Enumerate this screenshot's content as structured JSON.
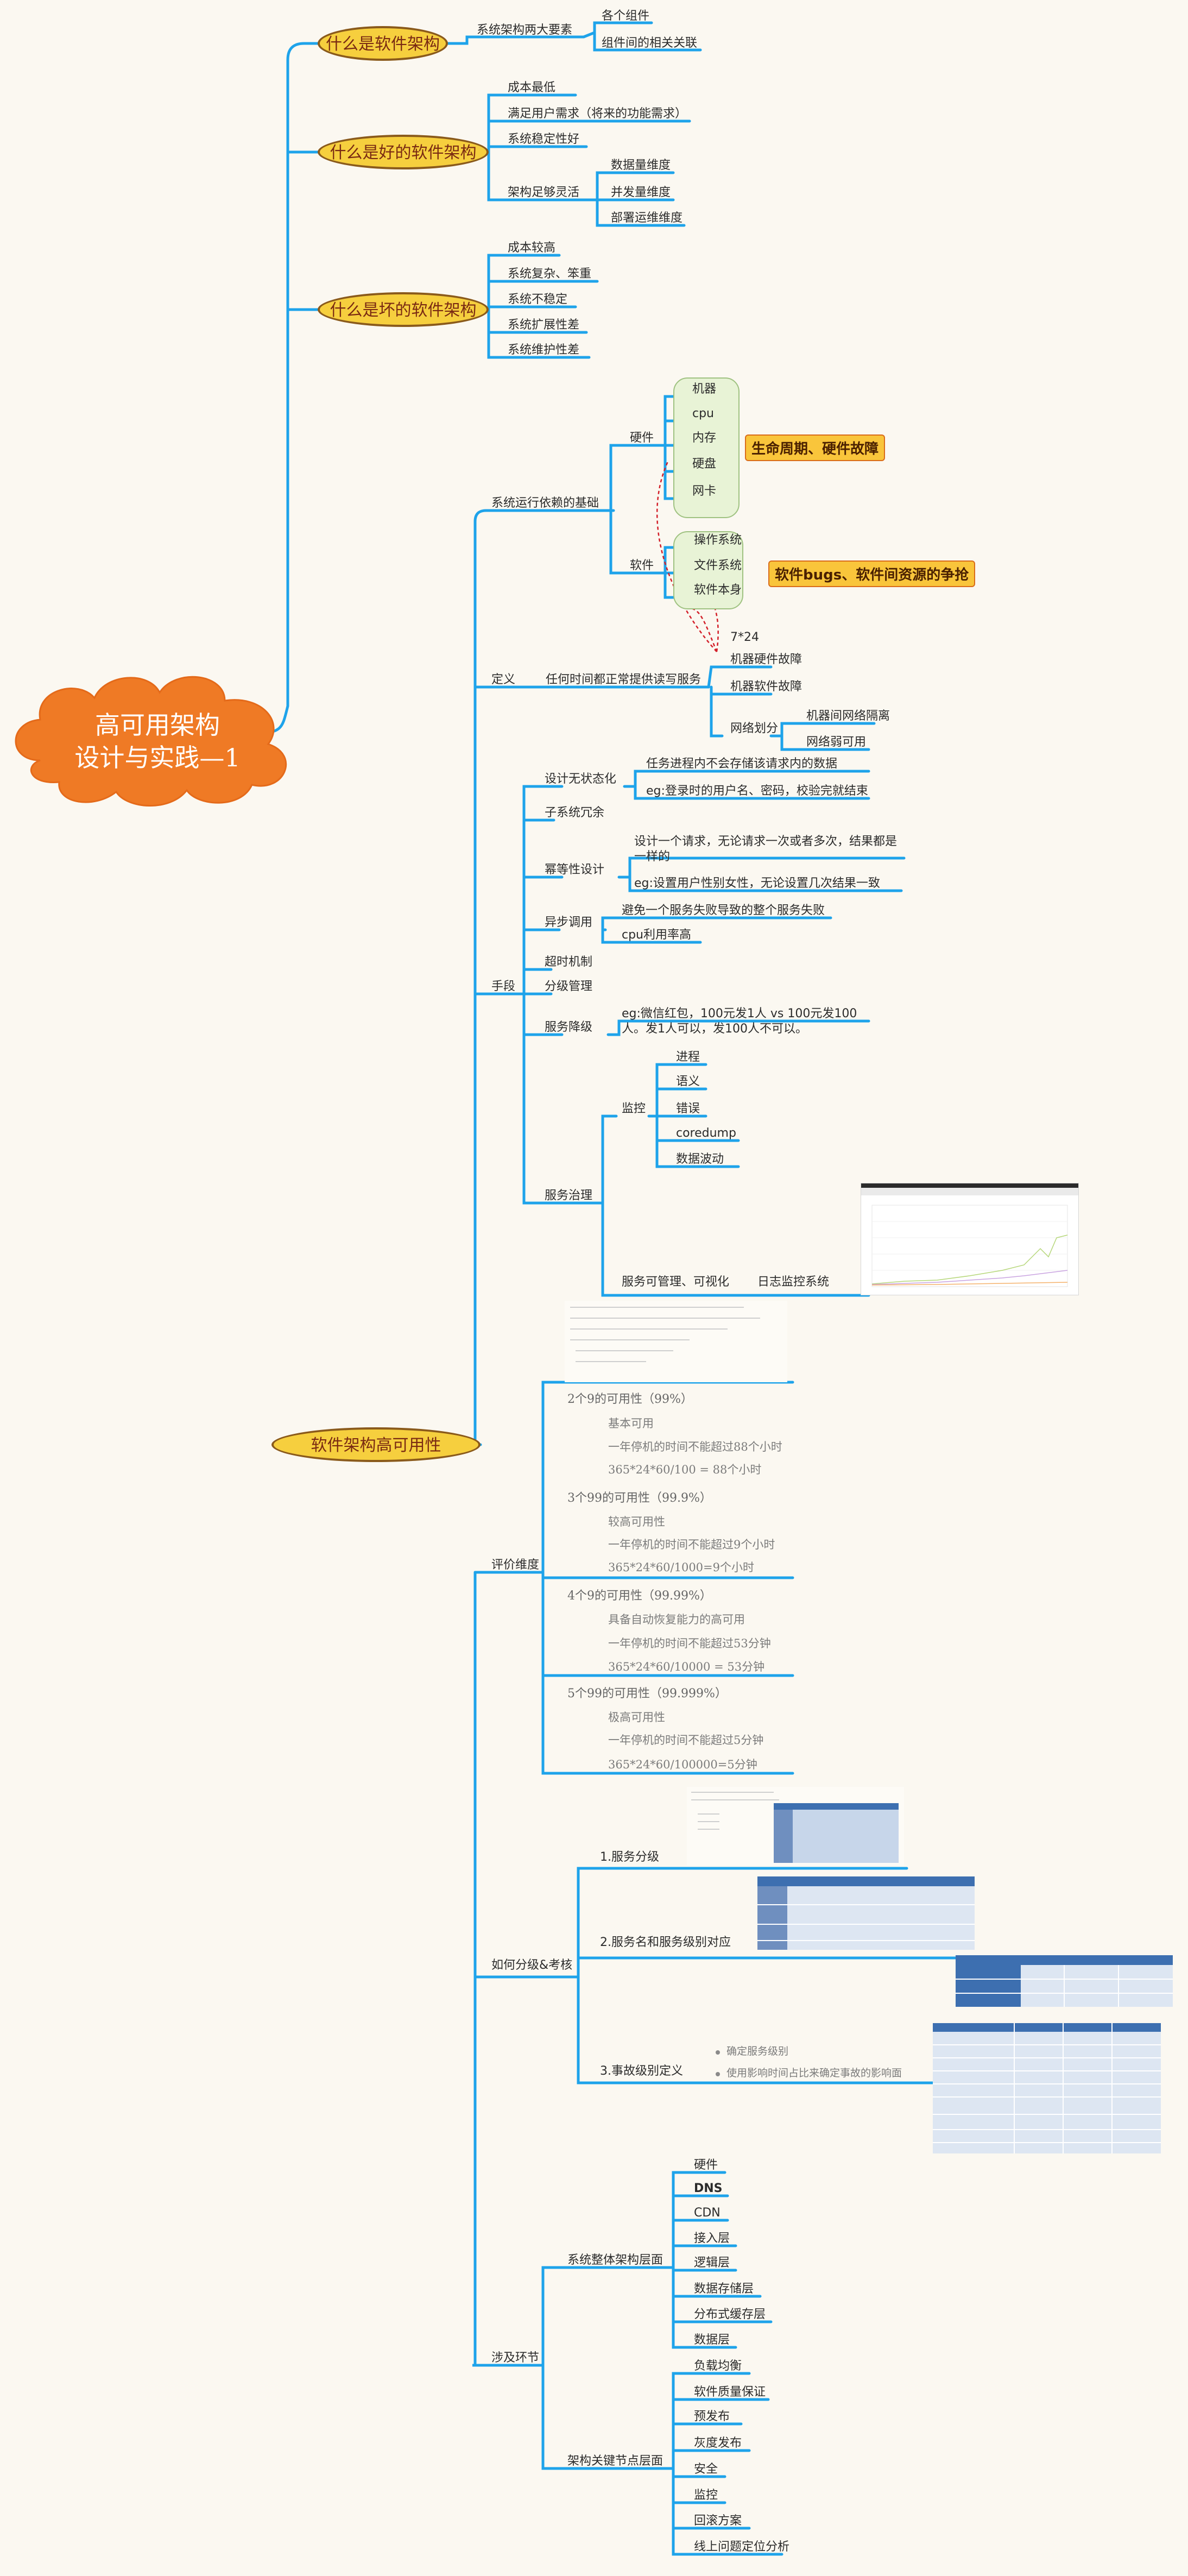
{
  "root": {
    "line1": "高可用架构",
    "line2": "设计与实践—1"
  },
  "colors": {
    "line": "#1ea3ea",
    "root_fill": "#ef7a25",
    "l1_fill": "#f6cf3e",
    "callout_fill": "#f9c53b",
    "dashed": "#d3202a"
  },
  "s1": {
    "title": "什么是软件架构",
    "sub": "系统架构两大要素",
    "items": [
      "各个组件",
      "组件间的相关关联"
    ]
  },
  "s2": {
    "title": "什么是好的软件架构",
    "items": [
      "成本最低",
      "满足用户需求（将来的功能需求）",
      "系统稳定性好",
      "架构足够灵活"
    ],
    "flex": [
      "数据量维度",
      "并发量维度",
      "部署运维维度"
    ]
  },
  "s3": {
    "title": "什么是坏的软件架构",
    "items": [
      "成本较高",
      "系统复杂、笨重",
      "系统不稳定",
      "系统扩展性差",
      "系统维护性差"
    ]
  },
  "s4": {
    "title": "软件架构高可用性",
    "basis": "系统运行依赖的基础",
    "hw": "硬件",
    "hw_items": [
      "机器",
      "cpu",
      "内存",
      "硬盘",
      "网卡"
    ],
    "hw_callout": "生命周期、硬件故障",
    "sw": "软件",
    "sw_items": [
      "操作系统",
      "文件系统",
      "软件本身"
    ],
    "sw_callout": "软件bugs、软件间资源的争抢",
    "def": "定义",
    "def_text": "任何时间都正常提供读写服务",
    "def_247": "7*24",
    "faults": [
      "机器硬件故障",
      "机器软件故障",
      "网络划分"
    ],
    "net": [
      "机器间网络隔离",
      "网络弱可用"
    ],
    "means": "手段",
    "stateless": "设计无状态化",
    "stateless_items": [
      "任务进程内不会存储该请求内的数据",
      "eg:登录时的用户名、密码，校验完就结束"
    ],
    "redundancy": "子系统冗余",
    "idem": "幂等性设计",
    "idem_items": [
      "设计一个请求，无论请求一次或者多次，结果都是一样的",
      "eg:设置用户性别女性，无论设置几次结果一致"
    ],
    "async": "异步调用",
    "async_items": [
      "避免一个服务失败导致的整个服务失败",
      "cpu利用率高"
    ],
    "timeout": "超时机制",
    "grading": "分级管理",
    "degrade": "服务降级",
    "degrade_text": "eg:微信红包，100元发1人 vs 100元发100人。发1人可以，发100人不可以。",
    "gov": "服务治理",
    "monitor": "监控",
    "monitor_items": [
      "进程",
      "语义",
      "错误",
      "coredump",
      "数据波动"
    ],
    "gov_text": "服务可管理、可视化",
    "log_text": "日志监控系统",
    "eval": "评价维度",
    "nines": [
      {
        "head": "2个9的可用性（99%）",
        "lines": [
          "基本可用",
          "一年停机的时间不能超过88个小时",
          "365*24*60/100 = 88个小时"
        ]
      },
      {
        "head": "3个99的可用性（99.9%）",
        "lines": [
          "较高可用性",
          "一年停机的时间不能超过9个小时",
          "365*24*60/1000=9个小时"
        ]
      },
      {
        "head": "4个9的可用性（99.99%）",
        "lines": [
          "具备自动恢复能力的高可用",
          "一年停机的时间不能超过53分钟",
          "365*24*60/10000 = 53分钟"
        ]
      },
      {
        "head": "5个99的可用性（99.999%）",
        "lines": [
          "极高可用性",
          "一年停机的时间不能超过5分钟",
          "365*24*60/100000=5分钟"
        ]
      }
    ],
    "grade": "如何分级&考核",
    "grade_items": [
      "1.服务分级",
      "2.服务名和服务级别对应",
      "3.事故级别定义"
    ],
    "incident_lines": [
      "确定服务级别",
      "使用影响时间占比来确定事故的影响面"
    ],
    "steps": "涉及环节",
    "arch": "系统整体架构层面",
    "arch_items": [
      "硬件",
      "DNS",
      "CDN",
      "接入层",
      "逻辑层",
      "数据存储层",
      "分布式缓存层",
      "数据层"
    ],
    "key": "架构关键节点层面",
    "key_items": [
      "负载均衡",
      "软件质量保证",
      "预发布",
      "灰度发布",
      "安全",
      "监控",
      "回滚方案",
      "线上问题定位分析"
    ]
  }
}
